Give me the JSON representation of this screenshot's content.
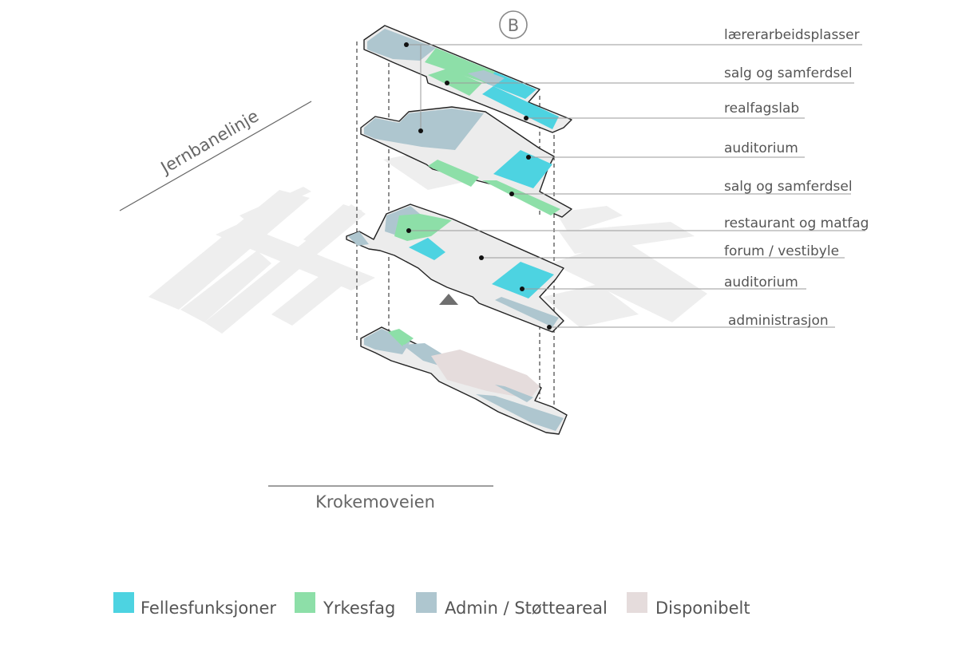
{
  "section_marker": "B",
  "streets": {
    "railway": "Jernbanelinje",
    "road": "Krokemoveien"
  },
  "labels": [
    "lærerarbeidsplasser",
    "salg og samferdsel",
    "realfagslab",
    "auditorium",
    "salg og samferdsel",
    "restaurant og matfag",
    "forum / vestibyle",
    "auditorium",
    "administrasjon"
  ],
  "legend": [
    {
      "label": "Fellesfunksjoner",
      "color": "#4dd3e1"
    },
    {
      "label": "Yrkesfag",
      "color": "#8ddfa8"
    },
    {
      "label": "Admin / Støtteareal",
      "color": "#aec6cf"
    },
    {
      "label": "Disponibelt",
      "color": "#e5dcdc"
    }
  ],
  "colors": {
    "context_buildings": "#eeeeee",
    "floor_base": "#ececec",
    "entrance_marker": "#6f6f6f"
  }
}
